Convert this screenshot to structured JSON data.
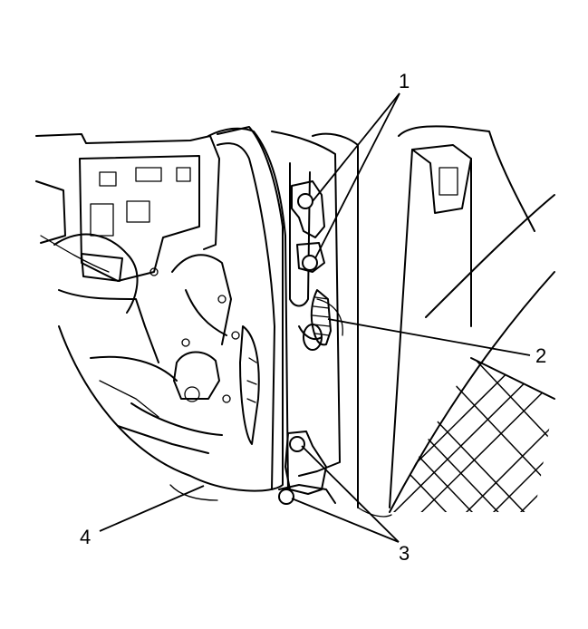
{
  "callouts": [
    {
      "id": "1",
      "label": "1"
    },
    {
      "id": "2",
      "label": "2"
    },
    {
      "id": "3",
      "label": "3"
    },
    {
      "id": "4",
      "label": "4"
    }
  ],
  "icons": {
    "door_hinge_bolt": "bolt-icon",
    "wire_harness_grommet": "grommet-icon"
  }
}
